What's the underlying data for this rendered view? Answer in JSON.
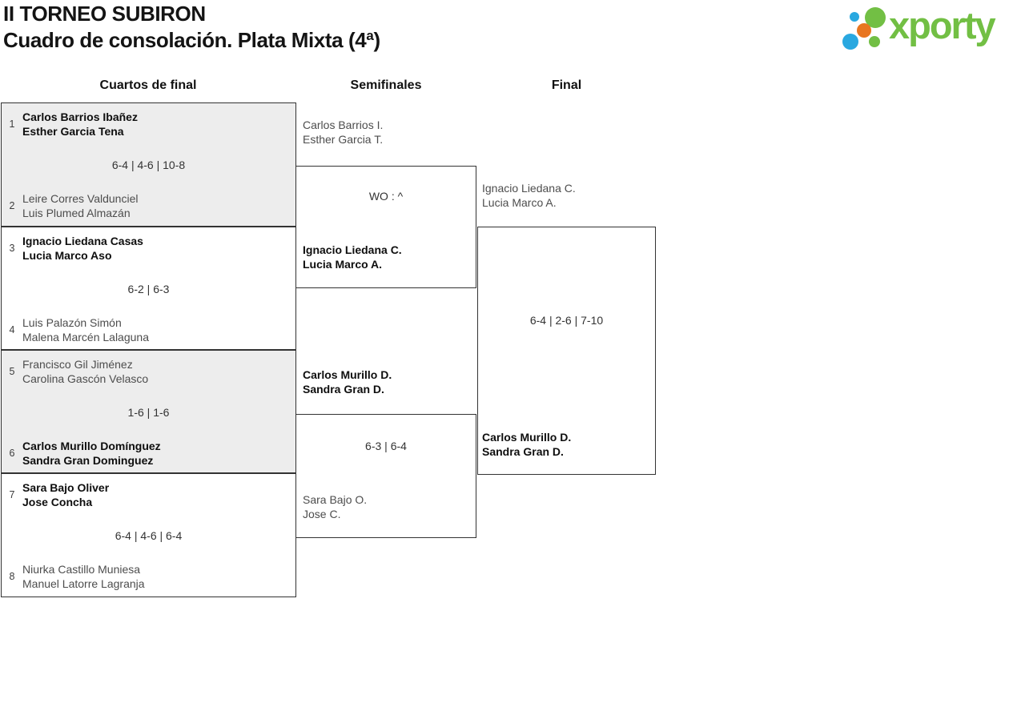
{
  "page": {
    "title": "II TORNEO SUBIRON",
    "subtitle": "Cuadro de consolación. Plata Mixta (4ª)"
  },
  "logo": {
    "text": "xporty",
    "green": "#72bf44",
    "blue": "#29a8e0",
    "orange": "#e8761f"
  },
  "columns": {
    "quarterfinals": "Cuartos de final",
    "semifinals": "Semifinales",
    "final": "Final"
  },
  "bracket": {
    "quarterfinals": [
      {
        "top_seed": "1",
        "top_team": [
          "Carlos Barrios Ibañez",
          "Esther Garcia Tena"
        ],
        "score": "6-4 | 4-6 | 10-8",
        "bottom_seed": "2",
        "bottom_team": [
          "Leire Corres Valdunciel",
          "Luis Plumed Almazán"
        ]
      },
      {
        "top_seed": "3",
        "top_team": [
          "Ignacio Liedana Casas",
          "Lucia Marco Aso"
        ],
        "score": "6-2 | 6-3",
        "bottom_seed": "4",
        "bottom_team": [
          "Luis Palazón Simón",
          "Malena Marcén Lalaguna"
        ]
      },
      {
        "top_seed": "5",
        "top_team": [
          "Francisco Gil Jiménez",
          "Carolina Gascón Velasco"
        ],
        "score": "1-6 | 1-6",
        "bottom_seed": "6",
        "bottom_team": [
          "Carlos Murillo Domínguez",
          "Sandra Gran Dominguez"
        ]
      },
      {
        "top_seed": "7",
        "top_team": [
          "Sara Bajo Oliver",
          "Jose Concha"
        ],
        "score": "6-4 | 4-6 | 6-4",
        "bottom_seed": "8",
        "bottom_team": [
          "Niurka Castillo Muniesa",
          "Manuel Latorre Lagranja"
        ]
      }
    ],
    "semifinals": [
      {
        "top_team": [
          "Carlos Barrios I.",
          "Esther Garcia T."
        ],
        "score": "WO : ^",
        "bottom_team": [
          "Ignacio Liedana C.",
          "Lucia Marco A."
        ]
      },
      {
        "top_team": [
          "Carlos Murillo D.",
          "Sandra Gran D."
        ],
        "score": "6-3 | 6-4",
        "bottom_team": [
          "Sara Bajo O.",
          "Jose C."
        ]
      }
    ],
    "final": {
      "top_team": [
        "Ignacio Liedana C.",
        "Lucia Marco A."
      ],
      "score": "6-4 | 2-6 | 7-10",
      "bottom_team": [
        "Carlos Murillo D.",
        "Sandra Gran D."
      ]
    }
  }
}
